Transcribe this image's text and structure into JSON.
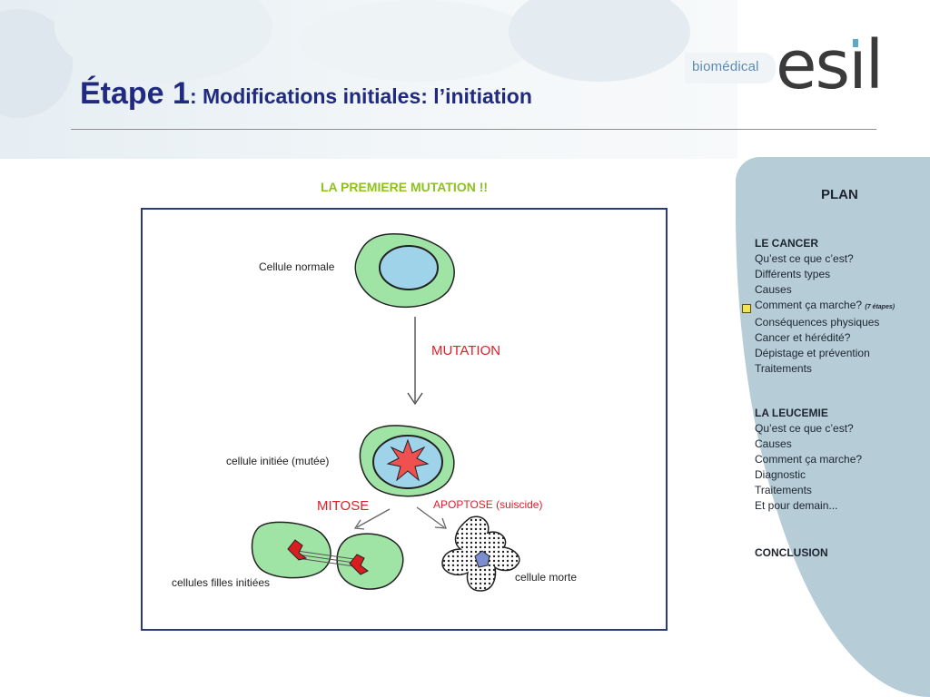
{
  "title": {
    "main": "Étape 1",
    "sub": ": Modifications initiales: l’initiation"
  },
  "logo": {
    "small_text": "biomédical",
    "big_text": "esıl"
  },
  "caption": "LA PREMIERE MUTATION  !!",
  "figure": {
    "label_normal": "Cellule normale",
    "label_mutation": "MUTATION",
    "label_initiated": "cellule initiée (mutée)",
    "label_mitose": "MITOSE",
    "label_apoptose": "APOPTOSE (suiscide)",
    "label_daughters": "cellules filles initiées",
    "label_dead": "cellule morte"
  },
  "plan": {
    "title": "PLAN",
    "sections": [
      {
        "title": "LE CANCER",
        "items": [
          "Qu’est ce que c’est?",
          "Différents types",
          "Causes",
          "Comment ça marche?",
          "Conséquences physiques",
          "Cancer et hérédité?",
          "Dépistage et prévention",
          "Traitements"
        ],
        "note": "(7 étapes)"
      },
      {
        "title": "LA LEUCEMIE",
        "items": [
          "Qu’est ce que c’est?",
          "Causes",
          "Comment ça marche?",
          "Diagnostic",
          "Traitements",
          "Et pour demain..."
        ]
      },
      {
        "title": "CONCLUSION",
        "items": []
      }
    ]
  },
  "colors": {
    "title": "#1f2a80",
    "caption": "#8ec11e",
    "frame": "#2b3b7a",
    "cell_green": "#9fe3a5",
    "nucleus_blue": "#9fd3ea",
    "red_text": "#e0202a",
    "panel": "#b6ccd6",
    "marker": "#f4e25a"
  }
}
